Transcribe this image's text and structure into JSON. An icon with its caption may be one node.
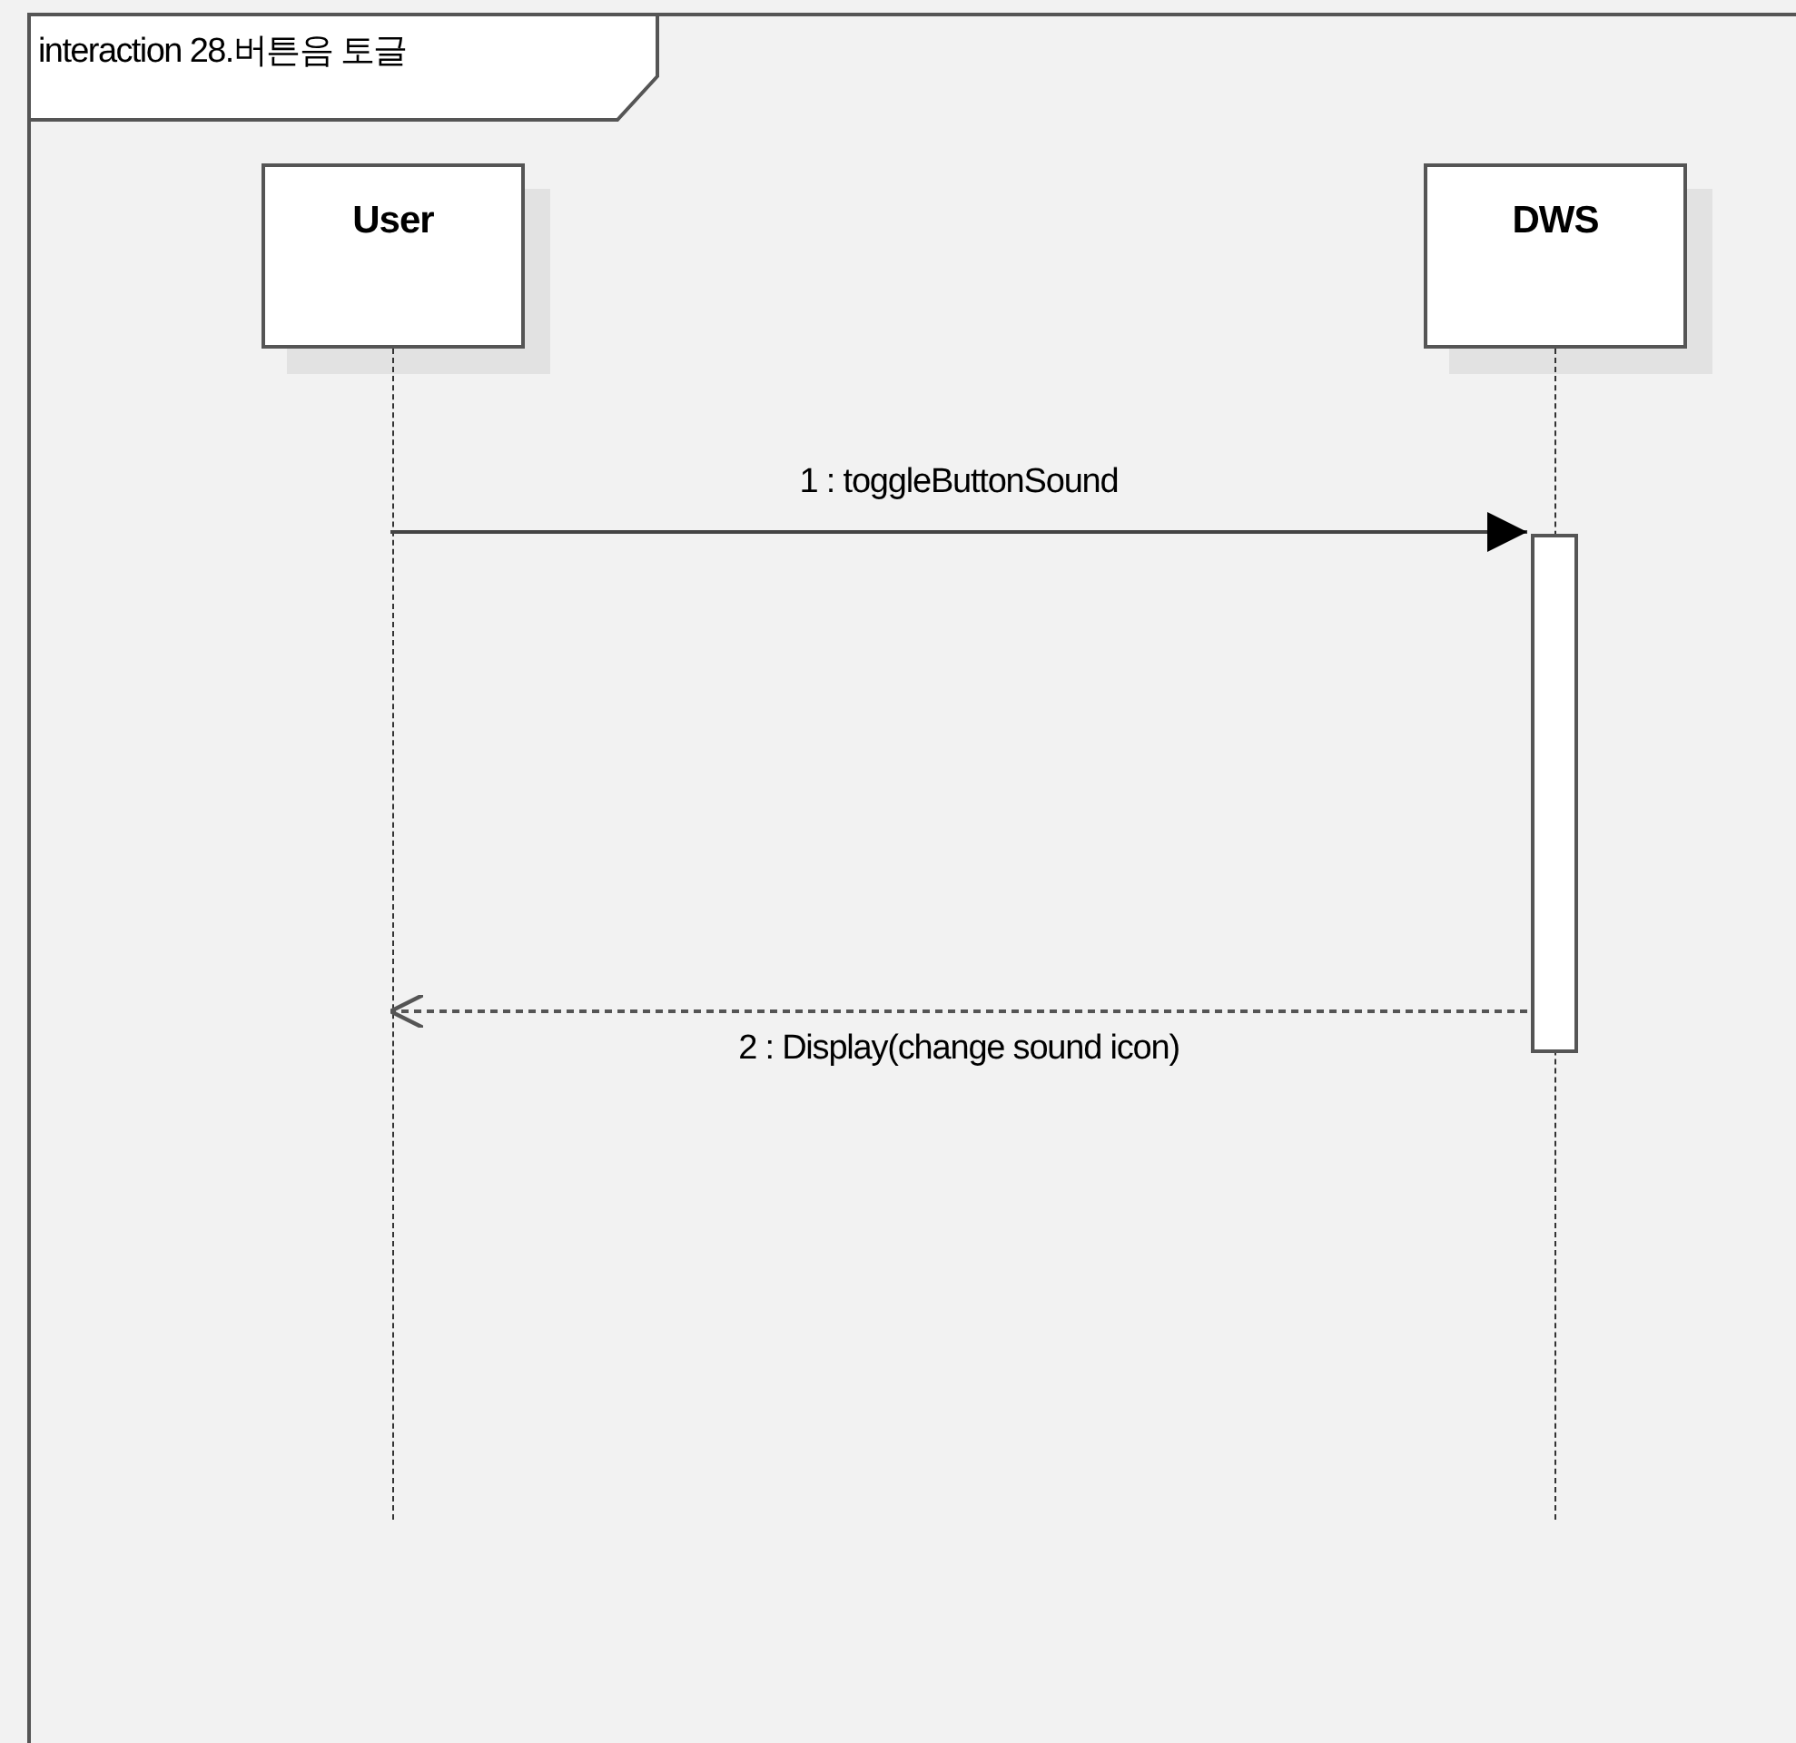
{
  "diagram": {
    "nodes": [
      {
        "text": [
          "interaction 28.버튼음 토글"
        ]
      },
      {
        "text": [
          "User"
        ],
        "in": 0
      },
      {
        "text": [
          "DWS"
        ],
        "in": 0
      },
      {
        "text": [],
        "shape": "line",
        "in": 0
      },
      {
        "text": [],
        "shape": "line",
        "in": 0
      },
      {
        "text": [],
        "shape": "bar",
        "in": 0
      }
    ],
    "edges": [
      {
        "from": 3,
        "to": 5,
        "arrow": "to",
        "label": "1 : toggleButtonSound"
      },
      {
        "from": 5,
        "to": 3,
        "arrow": "to",
        "style": "dashed",
        "label": "2 : Display(change sound icon)"
      }
    ]
  }
}
